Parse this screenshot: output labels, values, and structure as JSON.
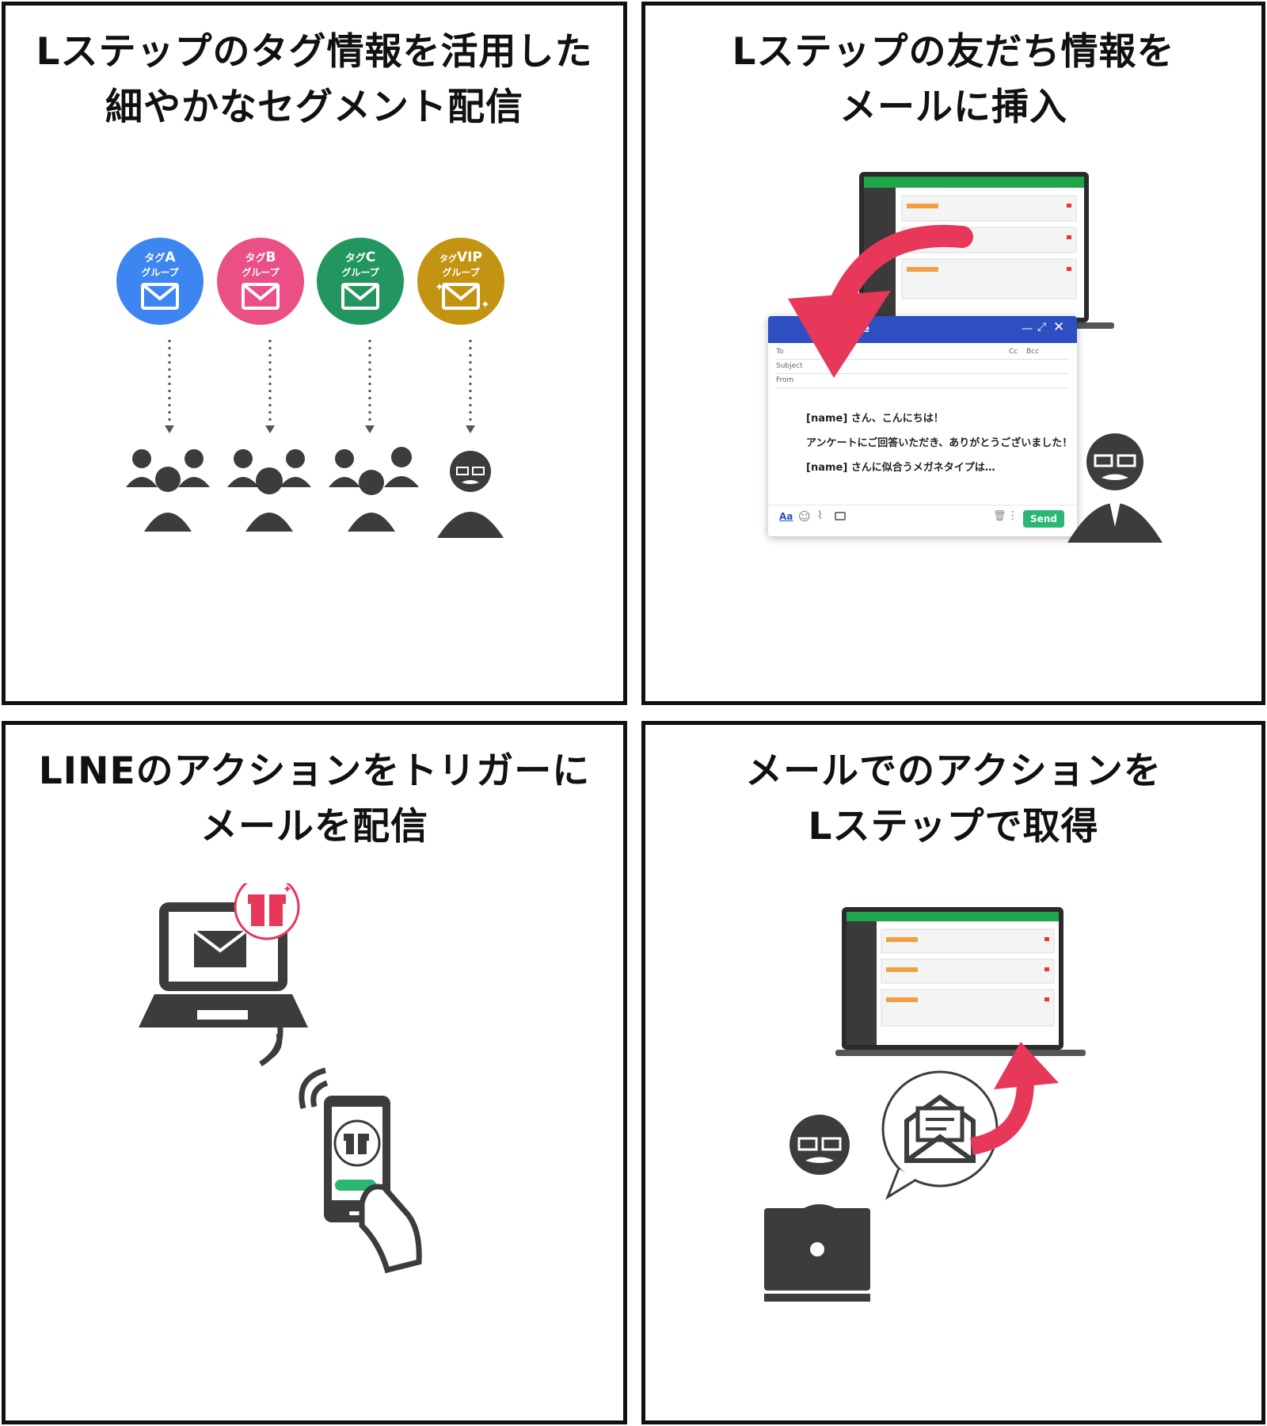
{
  "panels": [
    {
      "title_lines": [
        "Lステップのタグ情報を活用した",
        "細やかなセグメント配信"
      ],
      "groups": [
        {
          "tag_prefix": "タグ",
          "tag": "A",
          "label": "グループ",
          "color": "#3d85f0"
        },
        {
          "tag_prefix": "タグ",
          "tag": "B",
          "label": "グループ",
          "color": "#ea4f86"
        },
        {
          "tag_prefix": "タグ",
          "tag": "C",
          "label": "グループ",
          "color": "#23965f"
        },
        {
          "tag_prefix": "タグ",
          "tag": "VIP",
          "label": "グループ",
          "color": "#c29412"
        }
      ]
    },
    {
      "title_lines": [
        "Lステップの友だち情報を",
        "メールに挿入"
      ],
      "composer": {
        "window_title": "ge",
        "to_label": "To",
        "subject_label": "Subject",
        "from_label": "From",
        "cc_label": "Cc",
        "bcc_label": "Bcc",
        "body_lines": [
          "[name] さん、こんにちは！",
          "アンケートにご回答いただき、ありがとうございました！",
          "[name] さんに似合うメガネタイプは…"
        ],
        "send_label": "Send",
        "format_label": "Aa"
      },
      "colors": {
        "accent_green": "#2bb673",
        "arrow_red": "#e8385a",
        "window_blue": "#2d4fc1"
      }
    },
    {
      "title_lines": [
        "LINEのアクションをトリガーに",
        "メールを配信"
      ],
      "colors": {
        "gift_red": "#e8385a",
        "line_green": "#2bb673",
        "device_gray": "#3c3c3c"
      }
    },
    {
      "title_lines": [
        "メールでのアクションを",
        "Lステップで取得"
      ],
      "colors": {
        "arrow_red": "#e8385a",
        "device_gray": "#3c3c3c"
      }
    }
  ]
}
